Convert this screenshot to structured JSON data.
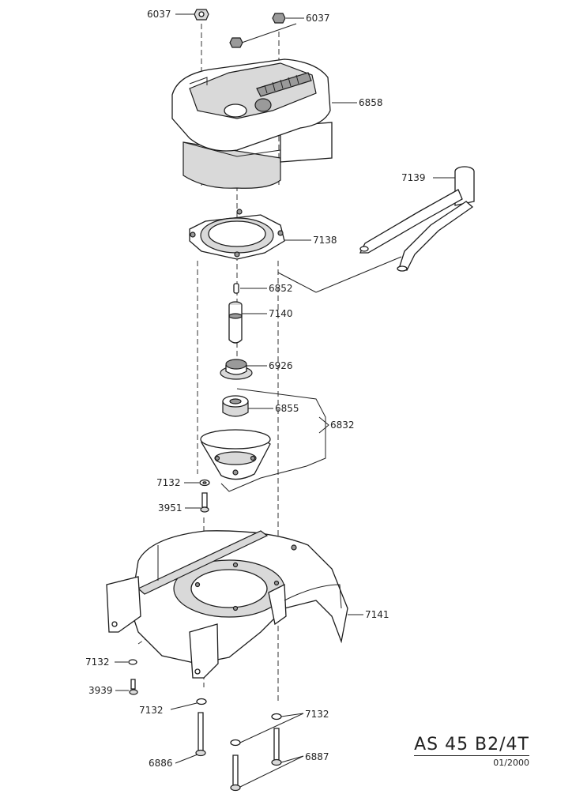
{
  "title": "AS 45 B2/4T",
  "date": "01/2000",
  "parts": {
    "p6037_a": "6037",
    "p6037_b": "6037",
    "p6858": "6858",
    "p7139": "7139",
    "p7138": "7138",
    "p6852": "6852",
    "p7140": "7140",
    "p6926": "6926",
    "p6855": "6855",
    "p6832": "6832",
    "p7132_a": "7132",
    "p3951": "3951",
    "p7141": "7141",
    "p7132_b": "7132",
    "p3939": "3939",
    "p7132_c": "7132",
    "p7132_d": "7132",
    "p6886": "6886",
    "p6887": "6887"
  }
}
